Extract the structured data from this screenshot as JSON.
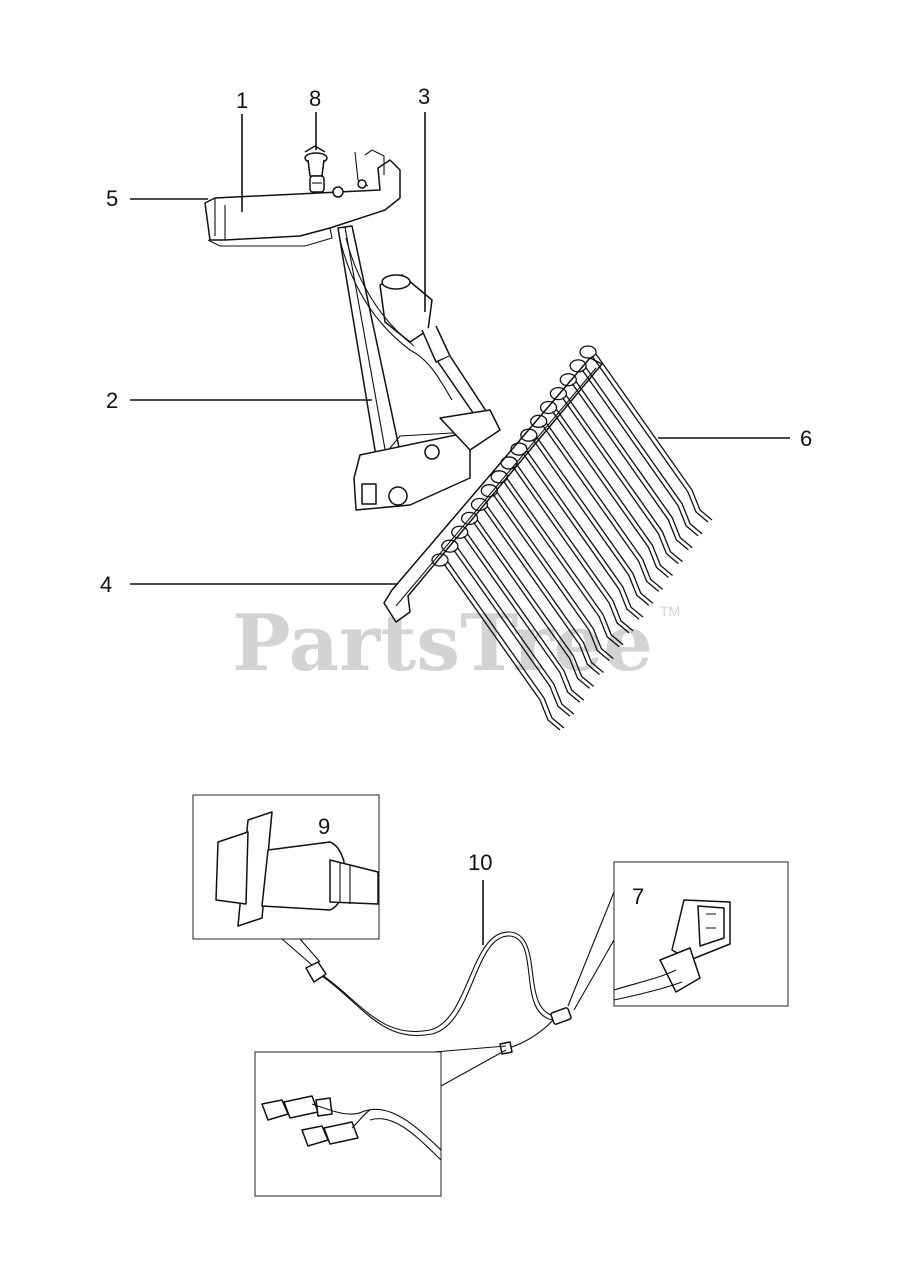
{
  "callouts": {
    "c1": "1",
    "c2": "2",
    "c3": "3",
    "c4": "4",
    "c5": "5",
    "c6": "6",
    "c7": "7",
    "c8": "8",
    "c9": "9",
    "c10": "10"
  },
  "watermark": {
    "text": "PartsTree",
    "trademark": "TM"
  },
  "colors": {
    "line": "#111111",
    "watermark": "#d3d3d3",
    "background": "#ffffff"
  }
}
